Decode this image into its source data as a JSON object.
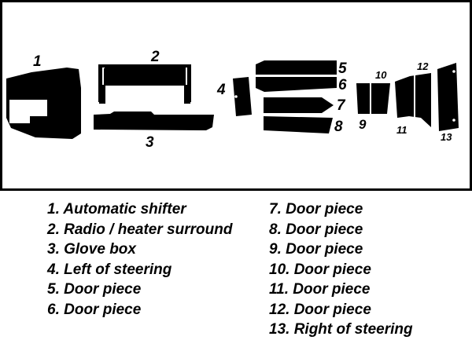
{
  "parts": [
    {
      "num": "1",
      "desc": "Automatic shifter"
    },
    {
      "num": "2",
      "desc": "Radio / heater surround"
    },
    {
      "num": "3",
      "desc": "Glove box"
    },
    {
      "num": "4",
      "desc": "Left of steering"
    },
    {
      "num": "5",
      "desc": "Door piece"
    },
    {
      "num": "6",
      "desc": "Door piece"
    },
    {
      "num": "7",
      "desc": "Door piece"
    },
    {
      "num": "8",
      "desc": "Door piece"
    },
    {
      "num": "9",
      "desc": "Door piece"
    },
    {
      "num": "10",
      "desc": "Door piece"
    },
    {
      "num": "11",
      "desc": "Door piece"
    },
    {
      "num": "12",
      "desc": "Door piece"
    },
    {
      "num": "13",
      "desc": "Right of steering"
    }
  ],
  "legend": {
    "left": [
      "1. Automatic shifter",
      "2. Radio / heater surround",
      "3. Glove box",
      "4. Left of steering",
      "5. Door piece",
      "6. Door piece"
    ],
    "right": [
      "7. Door piece",
      "8. Door piece",
      "9. Door piece",
      "10. Door piece",
      "11. Door piece",
      "12. Door piece",
      "13. Right of steering"
    ]
  },
  "colors": {
    "fill": "#000000",
    "background": "#ffffff",
    "border": "#000000"
  }
}
